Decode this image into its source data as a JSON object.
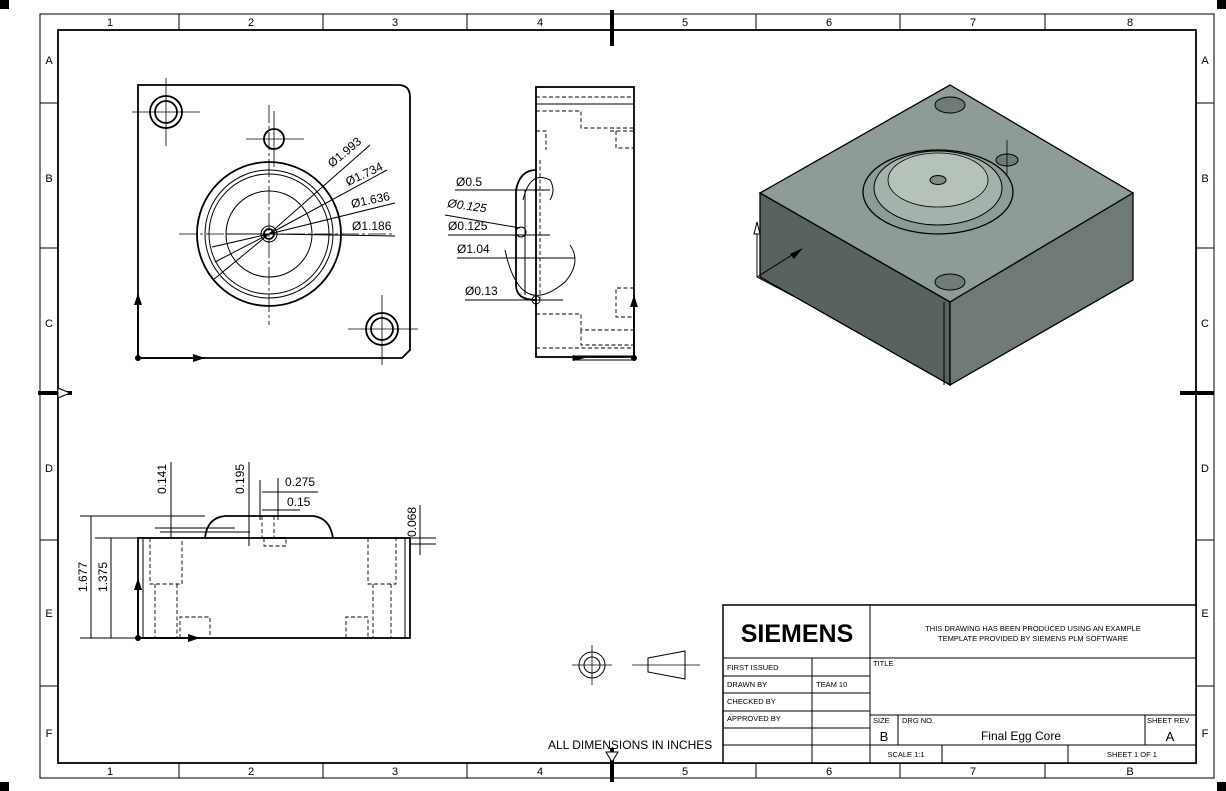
{
  "sheet": {
    "zone_columns_top": [
      "1",
      "2",
      "3",
      "4",
      "5",
      "6",
      "7",
      "8"
    ],
    "zone_columns_bottom": [
      "1",
      "2",
      "3",
      "4",
      "5",
      "6",
      "7",
      "B"
    ],
    "zone_rows": [
      "A",
      "B",
      "C",
      "D",
      "E",
      "F"
    ],
    "note": "ALL DIMENSIONS IN INCHES"
  },
  "front_view": {
    "dims": [
      "Ø1.993",
      "Ø1.734",
      "Ø1.636",
      "Ø1.186"
    ]
  },
  "side_view": {
    "dims": [
      "Ø0.5",
      "Ø0.125",
      "Ø0.125",
      "Ø1.04",
      "Ø0.13"
    ]
  },
  "bottom_view": {
    "dims": [
      "0.141",
      "0.195",
      "0.275",
      "0.15",
      "0.068",
      "1.677",
      "1.375"
    ]
  },
  "iso_view": {
    "colors": {
      "top": "#8d9c94",
      "left": "#57635c",
      "right": "#6e7a73"
    }
  },
  "title_block": {
    "logo": "SIEMENS",
    "notice_line1": "THIS DRAWING HAS BEEN PRODUCED USING AN EXAMPLE",
    "notice_line2": "TEMPLATE PROVIDED BY SIEMENS PLM SOFTWARE",
    "first_issued_label": "FIRST ISSUED",
    "drawn_by_label": "DRAWN BY",
    "drawn_by_value": "TEAM 10",
    "checked_by_label": "CHECKED BY",
    "approved_by_label": "APPROVED BY",
    "title_label": "TITLE",
    "size_label": "SIZE",
    "size_value": "B",
    "drg_no_label": "DRG NO.",
    "drg_no_value": "Final Egg Core",
    "sheet_rev_label": "SHEET REV",
    "sheet_rev_value": "A",
    "scale": "SCALE 1:1",
    "sheet": "SHEET 1 OF 1"
  }
}
